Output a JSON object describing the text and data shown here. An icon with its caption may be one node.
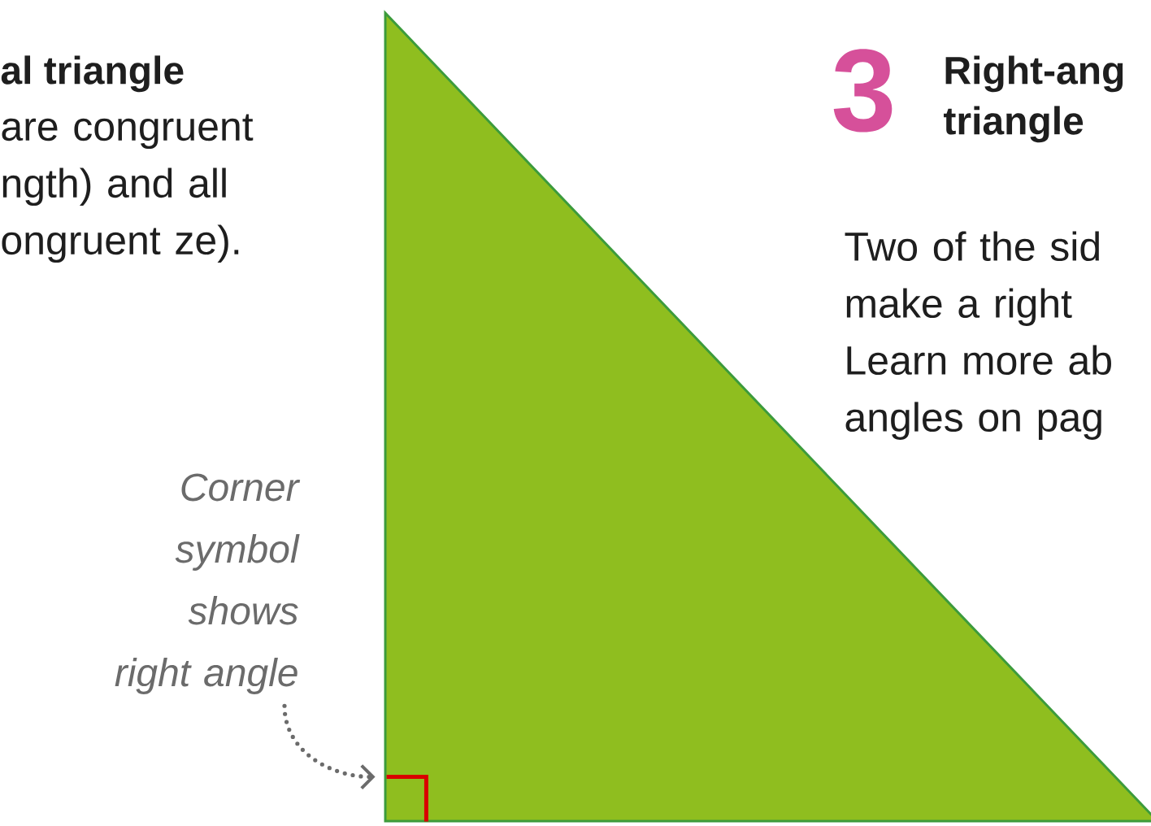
{
  "diagram": {
    "nodes": [
      {
        "text": [
          "Corner symbol shows right angle"
        ]
      },
      {
        "text": [],
        "shape": "picture"
      }
    ],
    "edges": [
      {
        "from": 0,
        "to": 1,
        "arrow": "to",
        "style": "dashed"
      }
    ],
    "labels": [
      "al triangle",
      "are congruent ngth) and all ongruent ze).",
      "3",
      "Right-ang triangle",
      "Two of the sid make a right Learn more ab angles on pag"
    ]
  }
}
